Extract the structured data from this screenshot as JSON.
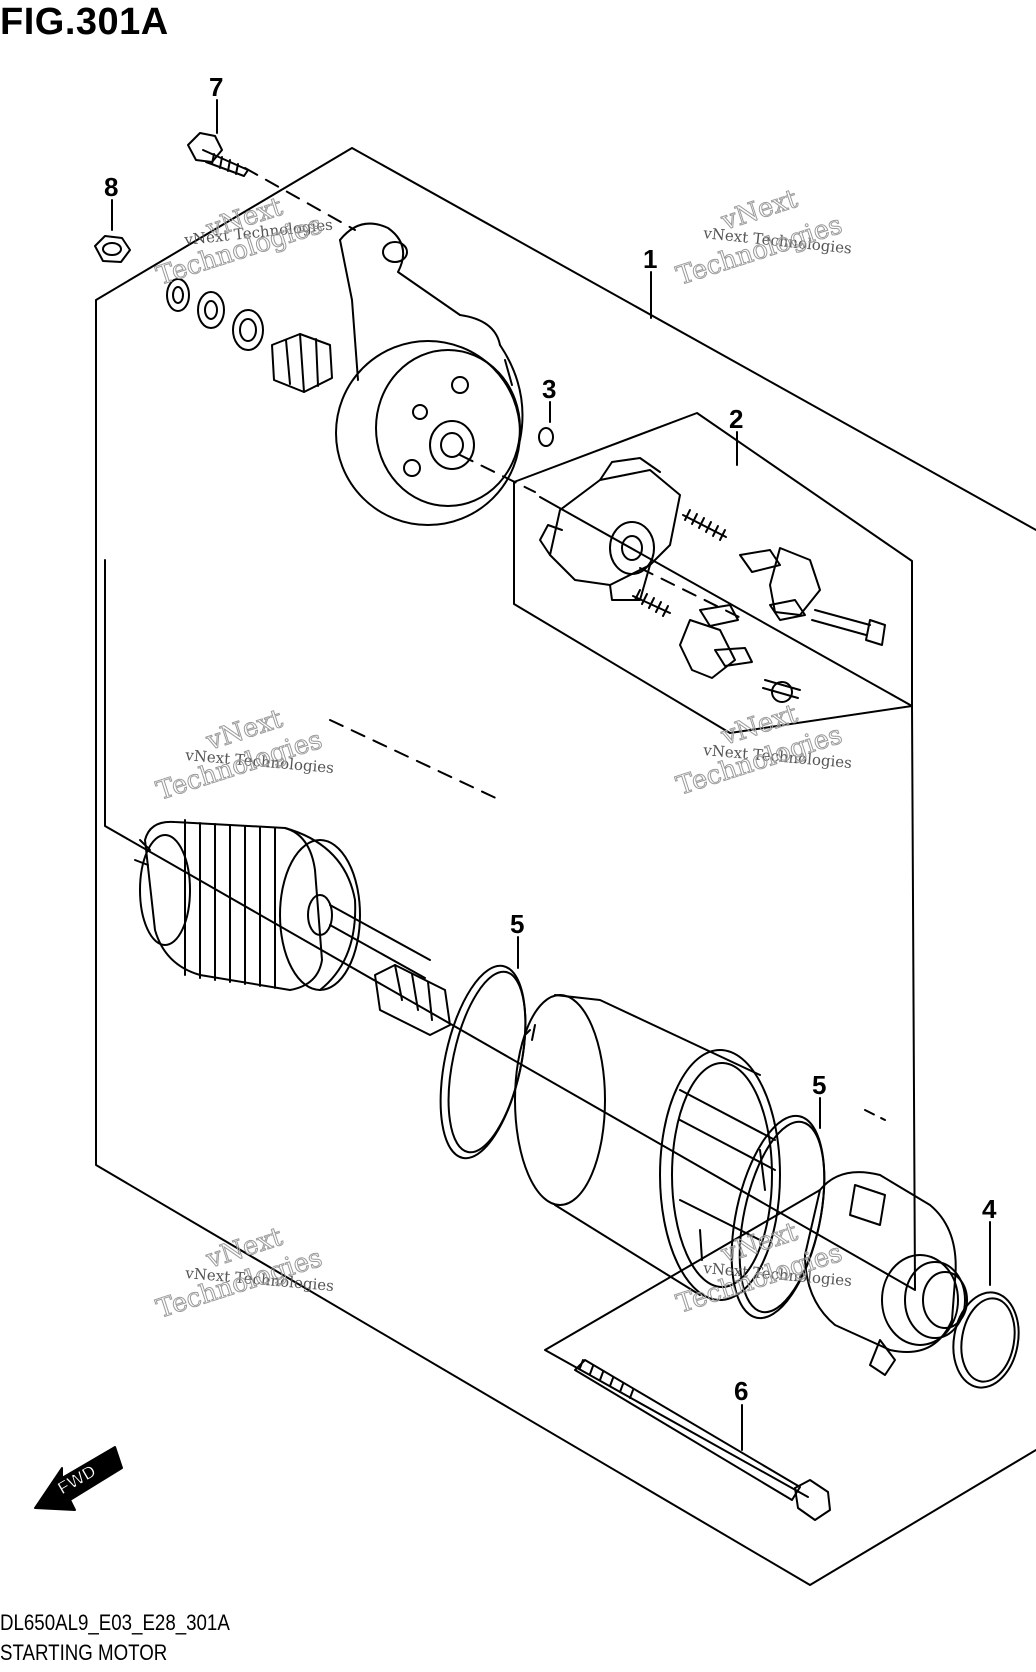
{
  "figure": {
    "title": "FIG.301A",
    "code": "DL650AL9_E03_E28_301A",
    "name": "STARTING MOTOR"
  },
  "callouts": [
    "1",
    "2",
    "3",
    "4",
    "5",
    "5",
    "6",
    "7",
    "8"
  ],
  "fwd_label": "FWD",
  "watermark": {
    "line1": "vNext Technologies",
    "line2": "vNext",
    "line3": "Technologies"
  }
}
